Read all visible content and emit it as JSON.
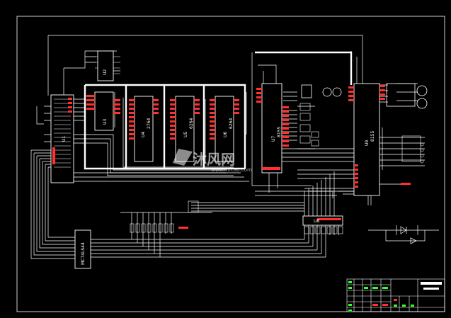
{
  "chips": {
    "u1": "U1",
    "u2": "U2",
    "u3": "U3",
    "u4": "U4",
    "u4_part": "2764",
    "u5": "U5",
    "u5_part": "6264",
    "u6": "U6",
    "u6_part": "6264",
    "u7": "U7",
    "u7_part": "8155",
    "u8": "U8",
    "u9": "U9",
    "u9_part": "8155",
    "driver": "MC74LS44"
  },
  "watermark": {
    "name": "沐风网",
    "url": "www.mfcad.com"
  }
}
